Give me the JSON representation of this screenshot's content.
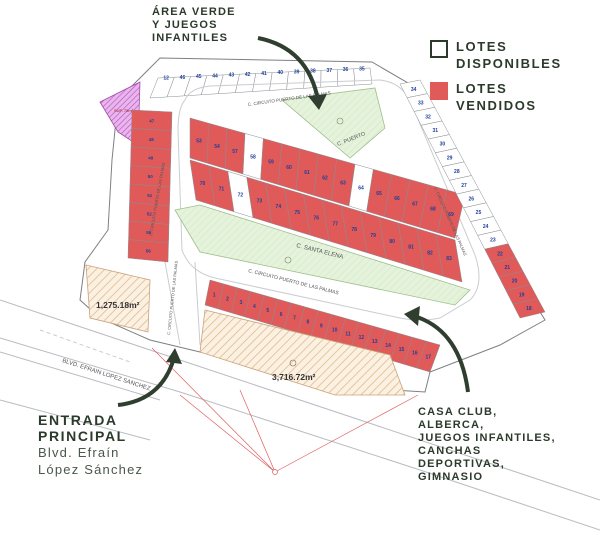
{
  "callouts": {
    "area_verde": [
      "ÁREA VERDE",
      "Y JUEGOS",
      "INFANTILES"
    ],
    "entrada": {
      "title": [
        "ENTRADA",
        "PRINCIPAL"
      ],
      "sub": [
        "Blvd. Efraín",
        "López Sánchez"
      ]
    },
    "casa_club": [
      "CASA CLUB,",
      "ALBERCA,",
      "JUEGOS INFANTILES,",
      "CANCHAS",
      "DEPORTIVAS,",
      "GIMNASIO"
    ]
  },
  "legend": {
    "disponibles": [
      "LOTES",
      "DISPONIBLES"
    ],
    "vendidos": [
      "LOTES",
      "VENDIDOS"
    ]
  },
  "streets": {
    "circuito_top": "C. CIRCUITO PUERTO DE LAS PALMAS",
    "puerto": "C. PUERTO",
    "santa_elena": "C. SANTA ELENA",
    "circuito_bottom": "C. CIRCUITO PUERTO DE LAS PALMAS",
    "circuito_left": "C. CIRCUITO PUERTO DE LAS PALMAS",
    "circuito_right": "C. CIRCUITO PUERTO DE LAS PALMAS",
    "acceso": "C. CIRCUITO PUERTO DE LAS PALMAS",
    "blvd": "BLVD. EFRAIN LOPEZ SANCHEZ"
  },
  "areas": {
    "small": "1,275.18m²",
    "large": "3,716.72m²"
  },
  "lot_numbers": {
    "top_row": [
      "12",
      "46",
      "45",
      "44",
      "43",
      "42",
      "41",
      "40",
      "39",
      "38",
      "37",
      "36",
      "35"
    ],
    "right_col": [
      "34",
      "33",
      "32",
      "31",
      "30",
      "29",
      "28",
      "27",
      "26",
      "25",
      "24",
      "23",
      "22",
      "21",
      "20",
      "19",
      "18"
    ],
    "upper_block": [
      "53",
      "54",
      "57",
      "58",
      "59",
      "60",
      "61",
      "62",
      "63",
      "64",
      "65",
      "66",
      "67",
      "68",
      "69",
      "70",
      "71",
      "72",
      "73",
      "74",
      "75",
      "76",
      "77",
      "78",
      "79",
      "80",
      "81",
      "82",
      "83"
    ],
    "left_col": [
      "47",
      "48",
      "49",
      "50",
      "51",
      "52",
      "55",
      "56"
    ],
    "lower_row": [
      "1",
      "2",
      "3",
      "4",
      "5",
      "6",
      "7",
      "8",
      "9",
      "10",
      "11",
      "12",
      "13",
      "14",
      "15",
      "16",
      "17"
    ]
  },
  "colors": {
    "sold": "#e05a5a",
    "available": "#ffffff",
    "green_area": "#e2f1d8",
    "hatch": "#e6c49c",
    "purple": "#c86ad0",
    "text": "#2b3a2b",
    "road_line": "#9aa0a6"
  }
}
